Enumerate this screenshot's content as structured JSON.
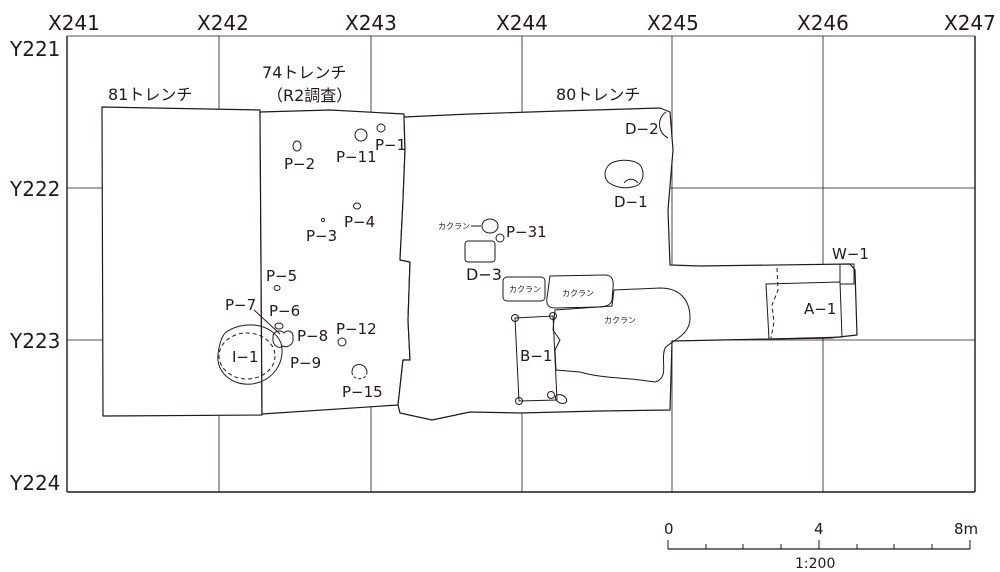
{
  "grid": {
    "x_labels": [
      "X241",
      "X242",
      "X243",
      "X244",
      "X245",
      "X246",
      "X247"
    ],
    "y_labels": [
      "Y221",
      "Y222",
      "Y223",
      "Y224"
    ]
  },
  "trench_labels": {
    "t81": "81トレンチ",
    "t74": "74トレンチ",
    "t74_note": "（R2調査）",
    "t80": "80トレンチ"
  },
  "features": {
    "P1": "P−1",
    "P2": "P−2",
    "P3": "P−3",
    "P4": "P−4",
    "P5": "P−5",
    "P6": "P−6",
    "P7": "P−7",
    "P8": "P−8",
    "P9": "P−9",
    "P11": "P−11",
    "P12": "P−12",
    "P15": "P−15",
    "P31": "P−31",
    "I1": "I−1",
    "D1": "D−1",
    "D2": "D−2",
    "D3": "D−3",
    "B1": "B−1",
    "A1": "A−1",
    "W1": "W−1",
    "kakuran": "カクラン"
  },
  "scale": {
    "tick_labels": [
      "0",
      "4",
      "8m"
    ],
    "ratio": "1:200"
  }
}
